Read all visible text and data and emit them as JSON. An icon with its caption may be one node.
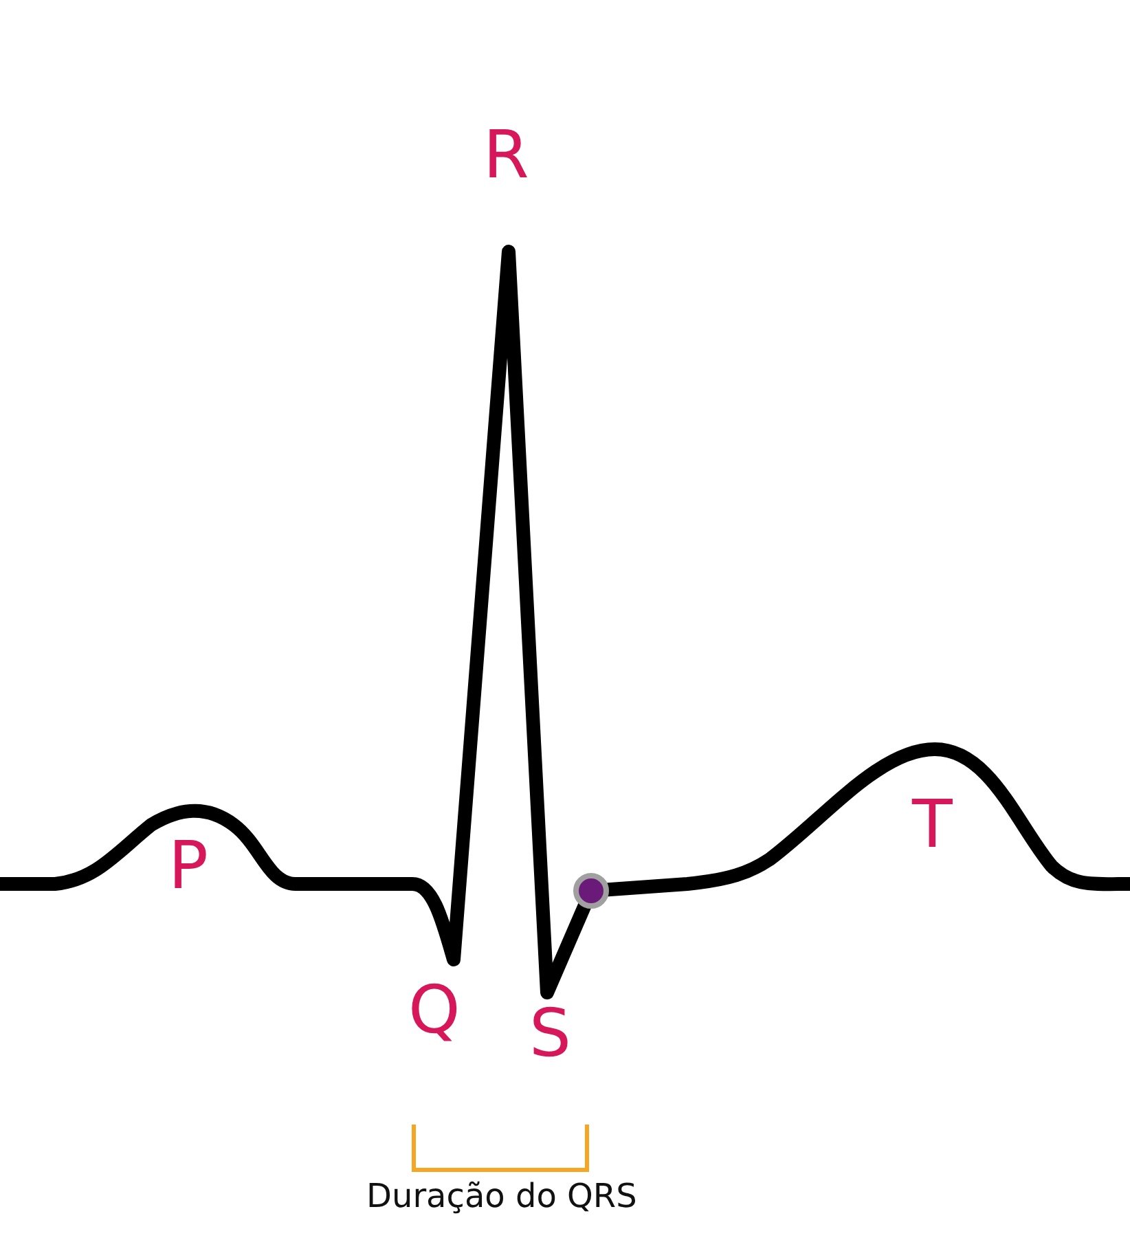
{
  "diagram": {
    "labels": [
      "R",
      "T",
      "P",
      "Q",
      "S",
      "Duração do QRS"
    ]
  }
}
